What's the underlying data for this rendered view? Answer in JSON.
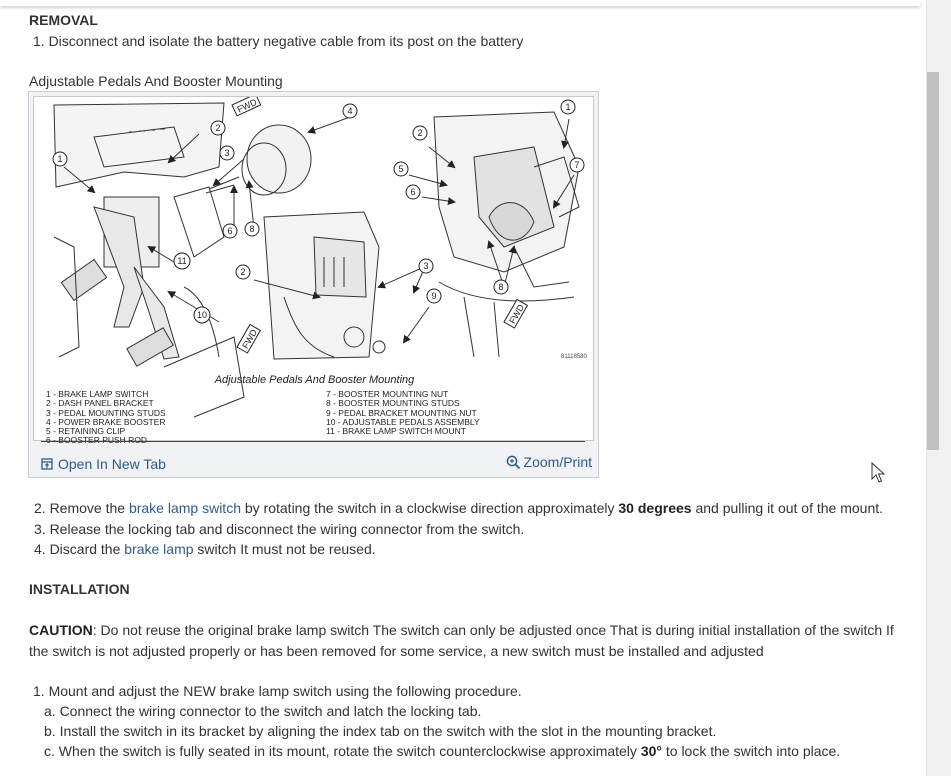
{
  "removal": {
    "heading": "REMOVAL",
    "step1": "1. Disconnect and isolate the battery negative cable from its post on the battery"
  },
  "figure": {
    "title": "Adjustable Pedals And Booster Mounting",
    "caption": "Adjustable Pedals And Booster Mounting",
    "id_code": "81118580",
    "legend_left": [
      "1 - BRAKE LAMP SWITCH",
      "2 - DASH PANEL BRACKET",
      "3 - PEDAL MOUNTING STUDS",
      "4 - POWER BRAKE BOOSTER",
      "5 - RETAINING CLIP",
      "6 - BOOSTER PUSH ROD"
    ],
    "legend_right": [
      "7 - BOOSTER MOUNTING NUT",
      "8 - BOOSTER MOUNTING STUDS",
      "9 - PEDAL BRACKET MOUNTING NUT",
      "10 - ADJUSTABLE PEDALS ASSEMBLY",
      "11 - BRAKE LAMP SWITCH MOUNT"
    ],
    "callouts": {
      "n1": "1",
      "n2": "2",
      "n3": "3",
      "n4": "4",
      "n5": "5",
      "n6": "6",
      "n7": "7",
      "n8": "8",
      "n9": "9",
      "n10": "10",
      "n11": "11"
    },
    "fwd_label": "FWD",
    "open_label": "Open In New Tab",
    "zoom_label": "Zoom/Print"
  },
  "steps": {
    "s2_pre": "2. Remove the ",
    "s2_link": "brake lamp switch",
    "s2_mid": " by rotating the switch in a clockwise direction approximately ",
    "s2_bold": "30 degrees",
    "s2_post": " and pulling it out of the mount.",
    "s3": "3. Release the locking tab and disconnect the wiring connector from the switch.",
    "s4_pre": "4. Discard the ",
    "s4_link": "brake lamp",
    "s4_post": " switch It must not be reused."
  },
  "installation": {
    "heading": "INSTALLATION",
    "caution_label": "CAUTION",
    "caution_line1": ": Do not reuse the original brake lamp switch The switch can only be adjusted once That is during initial installation of the switch If",
    "caution_line2": "the switch is not adjusted properly or has been removed for some service, a new switch must be installed and adjusted",
    "i1": "1. Mount and adjust the NEW brake lamp switch using the following procedure.",
    "ia": "a.  Connect the wiring connector to the switch and latch the locking tab.",
    "ib": "b.  Install the switch in its bracket by aligning the index tab on the switch with the slot in the mounting bracket.",
    "ic_pre": "c.  When the switch is fully seated in its mount, rotate the switch counterclockwise approximately ",
    "ic_bold": "30°",
    "ic_post": " to lock the switch into place."
  },
  "icons": {
    "open": "open-in-new-tab-icon",
    "zoom": "zoom-icon",
    "cursor": "mouse-pointer-icon"
  },
  "colors": {
    "link": "#2d5b8a",
    "text": "#333333",
    "card_bg": "#f0f2f5"
  }
}
